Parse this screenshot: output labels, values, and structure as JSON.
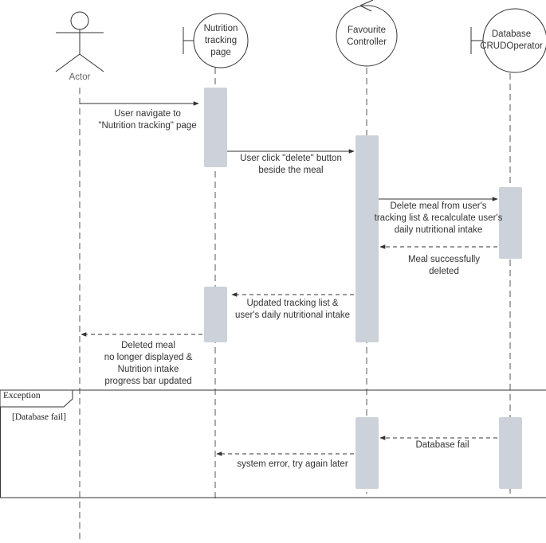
{
  "participants": {
    "actor": "Actor",
    "nutrition_page": [
      "Nutrition",
      "tracking",
      "page"
    ],
    "controller": [
      "Favourite",
      "Controller"
    ],
    "database": [
      "Database",
      "CRUDOperator"
    ]
  },
  "messages": {
    "m1": [
      "User navigate to",
      "\"Nutrition tracking\" page"
    ],
    "m2": [
      "User click \"delete\" button",
      "beside the meal"
    ],
    "m3": [
      "Delete meal from user's",
      "tracking list & recalculate user's",
      "daily nutritional intake"
    ],
    "m4": [
      "Meal successfully",
      "deleted"
    ],
    "m5": [
      "Updated tracking list &",
      "user's daily nutritional intake"
    ],
    "m6": [
      "Deleted meal",
      "no longer displayed &",
      "Nutrition intake",
      "progress bar updated"
    ],
    "m7": [
      "Database fail"
    ],
    "m8": [
      "system error, try again later"
    ]
  },
  "fragment": {
    "label": "Exception",
    "guard": "[Database fail]"
  },
  "colors": {
    "line": "#333333",
    "activation": "#cdd2da",
    "lifeline": "#555555"
  }
}
